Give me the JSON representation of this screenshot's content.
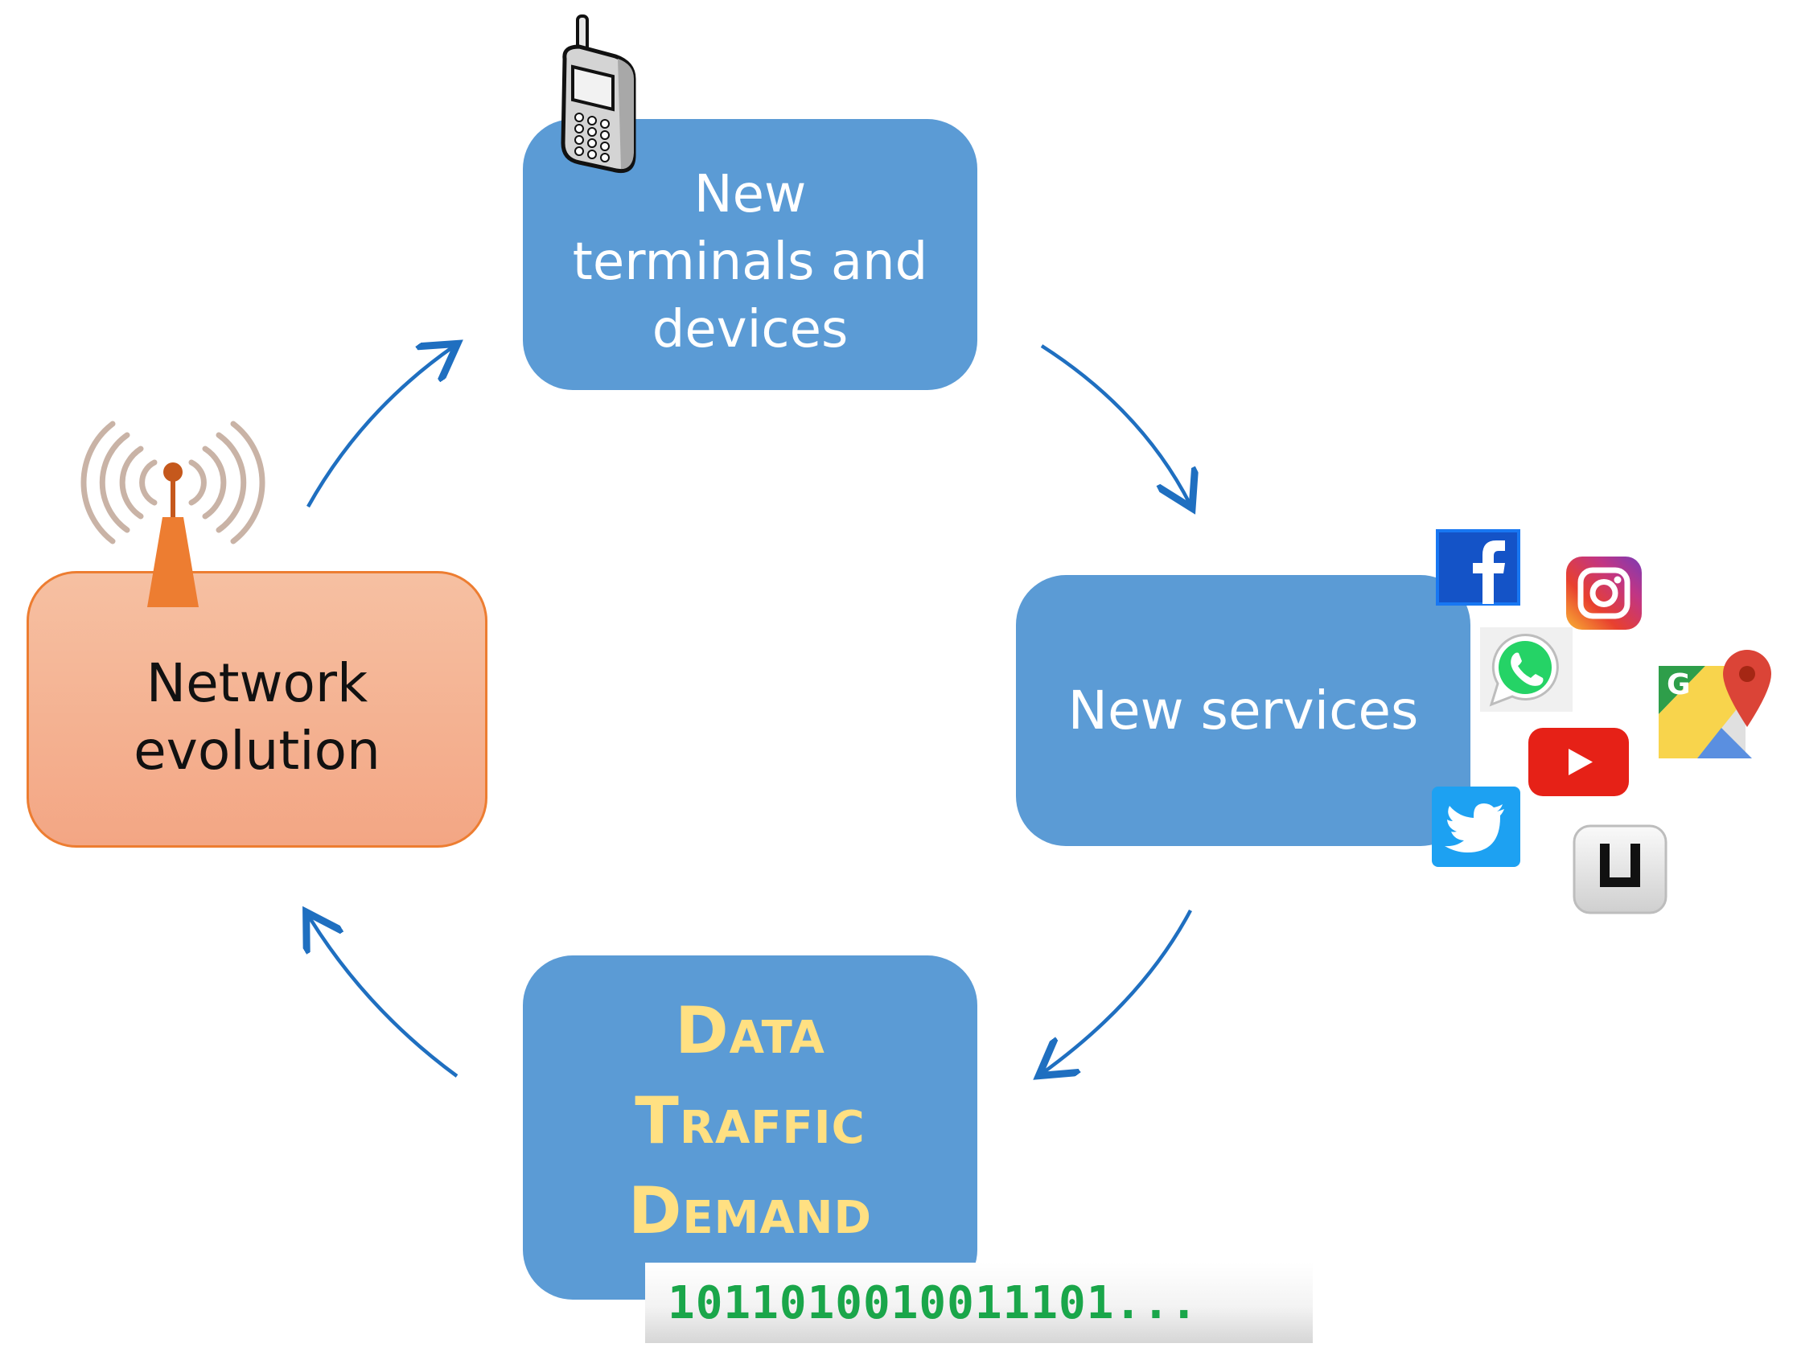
{
  "boxes": {
    "terminals": {
      "lines": [
        "New",
        "terminals and",
        "devices"
      ]
    },
    "services": {
      "label": "New services"
    },
    "network": {
      "lines": [
        "Network",
        "evolution"
      ]
    },
    "demand": {
      "lines": [
        "Data",
        "Traffic",
        "Demand"
      ]
    }
  },
  "binary_stream": "1011010010011101...",
  "icons": {
    "device": "mobile-phone-icon",
    "tower": "antenna-tower-icon",
    "services": [
      "facebook-icon",
      "instagram-icon",
      "whatsapp-icon",
      "google-maps-icon",
      "youtube-icon",
      "twitter-icon",
      "uber-icon"
    ]
  },
  "colors": {
    "box_blue": "#5b9bd5",
    "network_fill": "#f4b183",
    "network_border": "#ed7d31",
    "demand_text": "#ffe082",
    "arrow": "#1f6fc0",
    "binary_text": "#1aa64a"
  }
}
